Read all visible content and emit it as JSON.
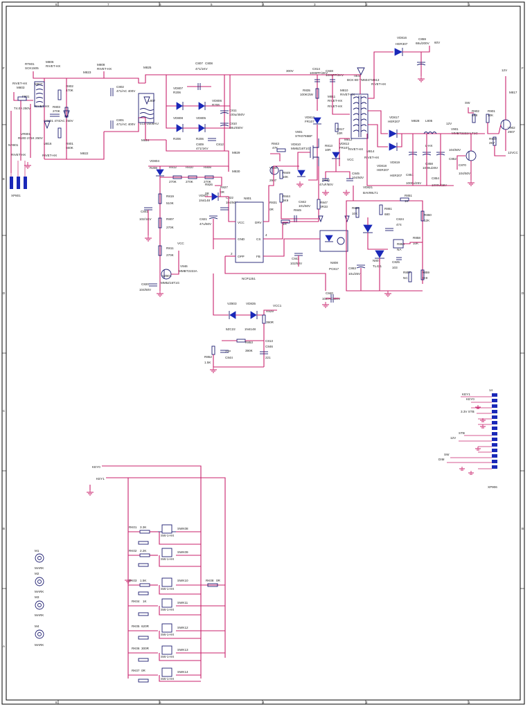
{
  "labels": {
    "rt801": "RT801",
    "rt801_val": "SCK1505",
    "m806": "M806",
    "m806_val": "RIVET-HX",
    "m808": "M808",
    "m808_val": "RIVET-HX",
    "m823": "M823",
    "m825": "M825",
    "rivet_hx_a": "RIVET-HX",
    "m803": "M803",
    "f801": "F801",
    "f801_val": "T4.0A 250V",
    "m807": "M807",
    "m807_val": "RIVET-HX",
    "vr801": "VR801",
    "vr801_val": "R10D 271K 250V",
    "nr801": "NR801",
    "xp801": "XP801",
    "m816": "M816",
    "rivet_hx_b": "RIVET-HX",
    "r803": "R803",
    "r803_val": "270K",
    "r802": "R802",
    "r802_val": "470K",
    "r801": "R801",
    "r801_val": "560K",
    "m822": "M822",
    "m824": "M824",
    "c802": "C802",
    "c802_val": "471/AC 400V",
    "c801": "C801",
    "c801_val": "471/AC 400V",
    "cx801": "CX801 474/AC 250V",
    "l807": "L807",
    "l807_val": "LCL-2505HU",
    "c807": "C807",
    "c808": "C808",
    "c807_val": "471/1KV",
    "vd807": "VD807",
    "vd806": "VD806",
    "vd808": "VD808",
    "vd805": "VD805",
    "r206a": "R206",
    "r206b": "R206",
    "r206c": "R206",
    "r206d": "R206",
    "c809": "C809",
    "c809_val": "471/1KV",
    "c811": "C811",
    "c811_val": "100u/450V",
    "c810": "C810",
    "c810_val": "68u/450V",
    "c812": "C812",
    "m829": "M829",
    "m830": "M830",
    "v300": "300V",
    "c814": "C814",
    "c814_val": "1000PF/2KV",
    "c848": "C848",
    "c848_val": "1000PF/2KV",
    "r835": "R835",
    "r835_val": "100K/2W",
    "m811": "M811",
    "m811_val": "RIVET-HX",
    "m810": "M810",
    "m810_val": "RIVET-HX",
    "t801": "T801",
    "t801_val": "BCK-80-TM6047",
    "m813": "M813",
    "m813_val": "RIVET-HX",
    "m812": "M812",
    "m812_val": "RIVET-HX",
    "m814": "M814",
    "m814_val": "RIVET-HX",
    "vd813": "VD813",
    "vd813_val": "FR107",
    "vd812": "VD812",
    "vd812_val": "FR107",
    "r817": "R817",
    "r817_val": "10R",
    "r813": "R813",
    "r813_val": "10R",
    "v801": "V801",
    "v801_val": "STK0765BF",
    "vd810": "VD810",
    "vd810_val": "MM5Z16T1G",
    "c846": "C846",
    "c846_val": "47uF/50V",
    "c845": "C845",
    "c845_val": "104/50V",
    "vcc_a": "VCC",
    "r843": "R843",
    "r843_val": "47K",
    "v806": "V806",
    "v806_val": "2907",
    "r849": "R849",
    "r849_val": "10K",
    "r844": "R844",
    "r844_val": "3K9",
    "c842": "C842",
    "c842_val": "101/50V",
    "r845": "R845",
    "r847": "R847",
    "r847_val": "0R33",
    "vd816": "VD816",
    "vd816_val": "HER307",
    "c859": "C859",
    "c859_val": "68u/200V",
    "v60": "60V",
    "vd817": "VD817",
    "vd817_val": "HER207",
    "vd818": "VD818",
    "vd818_val": "HER207",
    "vd819": "VD819",
    "vd819_val": "HER207",
    "m828": "M828",
    "l805": "L805",
    "l805_val": "L-HX",
    "v12a": "12V",
    "c858": "C858",
    "c858_val": "1000u/25V",
    "c851": "C851",
    "c851_val": "1000u/25V",
    "c854": "C854",
    "c854_val": "1000u/25V",
    "c852": "C852",
    "c852_val": "104/50V",
    "v901": "V901",
    "v901_val": "MMBT2222ALT1G",
    "c870": "C870",
    "c870_val": "104/50V",
    "sw": "SW",
    "r902": "R902",
    "r902_val": "6K8",
    "r901": "R901",
    "r901_val": "10K",
    "r900": "R900",
    "r900_val": "2K7",
    "v902": "V902",
    "v902_val": "2907",
    "v12b": "12V",
    "m817": "M817",
    "v12vcc": "12VCC",
    "vd804": "VD804",
    "vd804_val": "R208",
    "r812": "R812",
    "r812_val": "270K",
    "r810": "R810",
    "r810_val": "270K",
    "r808": "R808",
    "r808_val": "270K",
    "c841": "C841",
    "c841_val": "102/1KV",
    "r819": "R819",
    "r819_val": "510K",
    "r807": "R807",
    "r807_val": "270K",
    "r811": "R811",
    "r811_val": "270K",
    "vcc_b": "VCC",
    "v946": "V946",
    "v946_val": "MMBT2222A",
    "vz801": "VZ801",
    "vz801_val": "MM5Z16T1G",
    "c820": "C820",
    "c820_val": "104/50V",
    "r826": "R826",
    "r826_val": "0R",
    "r827": "R827",
    "r827_val": "0R",
    "vd821": "VD821",
    "vd821_val": "1N4148",
    "c822": "C822",
    "c822_val": "104/50V",
    "c821": "C821",
    "c821_val": "47u/50V",
    "n801": "N801",
    "n801_val": "NCP1251",
    "pin_vcc": "VCC",
    "pin_gnd": "GND",
    "pin_opp": "OPP",
    "pin_dry": "DRV",
    "pin_cs": "CS",
    "pin_fb": "FB",
    "pin_4": "4",
    "pin_2": "2",
    "r831": "R831",
    "r831_val": "0R",
    "r_1r": "1R",
    "c843": "C843",
    "c843_val": "102/50V",
    "n808": "N808",
    "n808_val": "PC817",
    "c840": "C840",
    "c840_val": "102/AC400V",
    "vd821b": "VD821",
    "vd821b_val": "BAV99LT1",
    "r820": "R820",
    "r820_val": "10K",
    "r861": "R861",
    "r861_val": "680",
    "r851": "R851",
    "r851_val": "1K",
    "c824": "C824",
    "c824_val": "474",
    "r853": "R853",
    "r853_val": "NA",
    "r858": "R858",
    "r858_val": "10K",
    "r860": "R860",
    "r860_val": "12K",
    "n807": "N807",
    "n807_val": "TL431",
    "c825": "C825",
    "c825_val": "103",
    "c863": "C863",
    "c863_val": "10u/25V",
    "r857": "R857",
    "r857_val": "NC",
    "r859": "R859",
    "r859_val": "3K9",
    "vz803": "VZ803",
    "vz803_val": "5ZC22",
    "vd835": "VD835",
    "vd835_val": "1N4148",
    "vcc1": "VCC1",
    "r829": "R829",
    "r829_val": "390R",
    "r853b": "R853",
    "r853b_val": "390K",
    "c813": "C813",
    "c813_val": "C846",
    "c813_v2": "221",
    "r852": "R852",
    "r852_val": "1.5K",
    "c844": "C844",
    "c844_val": "22P",
    "key1_conn": "KEY1",
    "key0_conn": "KEY0",
    "v33stb": "3.3V STB",
    "stb": "STB",
    "v12c": "12V",
    "sw_b": "SW",
    "dim": "DIM",
    "xp906": "XP906",
    "pin14": "14",
    "key0": "KEY0",
    "key1": "KEY1",
    "rk01": "RK01",
    "rk01_val": "3.3K",
    "swk08": "SWK08",
    "rk02": "RK02",
    "rk02_val": "2.2K",
    "swk09": "SWK09",
    "rk03": "RK03",
    "rk03_val": "1.5K",
    "swk10": "SWK10",
    "rk04": "RK04",
    "rk04_val": "1K",
    "swk11": "SWK11",
    "rk05": "RK05",
    "rk05_val": "620R",
    "swk12": "SWK12",
    "rk06": "RK06",
    "rk06_val": "300R",
    "swk13": "SWK13",
    "rk07": "RK07",
    "rk07_val": "0R",
    "swk14": "SWK14",
    "rk08": "RK08",
    "rk08_val": "0R",
    "sw_part": "SW-1-HX",
    "m1": "M1",
    "m2": "M2",
    "m3": "M3",
    "m4": "M4",
    "mark": "MARK",
    "col_top": [
      "8",
      "7",
      "6",
      "5",
      "4",
      "3",
      "2",
      "1"
    ],
    "row_side": [
      "A",
      "B",
      "C",
      "D",
      "E",
      "F"
    ]
  },
  "colors": {
    "wire": "#c8216b",
    "part": "#1a1a6e",
    "diode": "#1a28b8"
  }
}
